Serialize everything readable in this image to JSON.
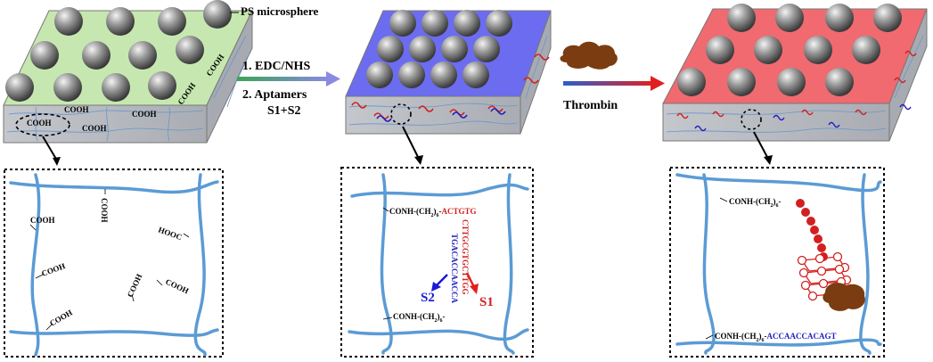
{
  "labels": {
    "ps_microsphere": "PS microsphere",
    "step1": "1. EDC/NHS",
    "step2": "2. Aptamers",
    "step2b": "S1+S2",
    "thrombin": "Thrombin",
    "cooh": "COOH",
    "hooc": "HOOC",
    "conh": "CONH-(CH",
    "conh_sub2": "2",
    "conh_close": ")",
    "conh_sub6": "6",
    "seq_actgtg": "ACTGTG",
    "seq_s1_vertical": "CTTGCGTGCTTGG",
    "seq_s2_vertical": "TGACACCAACCA",
    "s1": "S1",
    "s2": "S2",
    "seq_final": "ACCAACCACAGT"
  },
  "colors": {
    "panel1_top": "#c6e8b0",
    "panel2_top": "#6b6cf0",
    "panel3_top": "#f06a70",
    "side": "#b4b8bf",
    "network": "#5b9bd5",
    "aptamer_red": "#d22020",
    "aptamer_blue": "#2020c0",
    "thrombin_brown": "#7a3c10",
    "arrow_start": "#3aa655",
    "arrow_mid": "#8a8ae0",
    "arrow_blue": "#2a5fd0",
    "arrow_red": "#e02020"
  }
}
